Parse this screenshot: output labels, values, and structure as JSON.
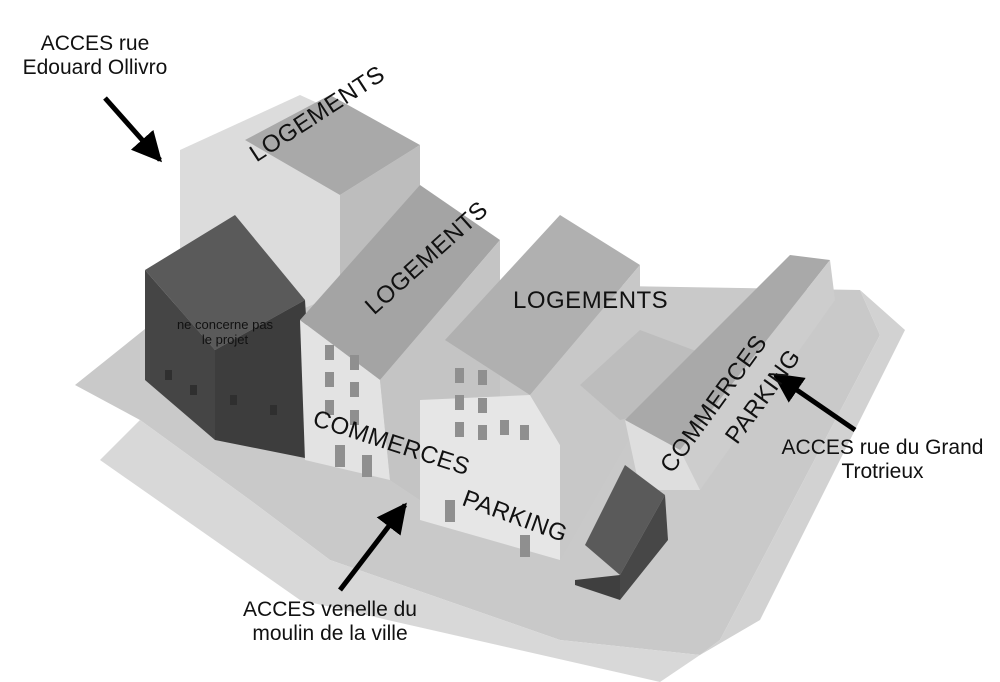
{
  "colors": {
    "ground": "#c9c9c9",
    "roof_light": "#cfcfcf",
    "roof_mid": "#a9a9a9",
    "wall_light": "#e2e2e2",
    "wall_mid": "#bdbdbd",
    "dark_building": "#4e4e4e",
    "dark_building_side": "#3d3d3d",
    "window": "#8f8f8f",
    "text": "#111111",
    "arrow": "#000000"
  },
  "access_labels": {
    "edouard": {
      "line1": "ACCES rue",
      "line2": "Edouard Ollivro"
    },
    "grand_trotrieux": {
      "line1": "ACCES rue du Grand",
      "line2": "Trotrieux"
    },
    "venelle": {
      "line1": "ACCES venelle du",
      "line2": "moulin de la ville"
    }
  },
  "zone_labels": {
    "logements_back": "LOGEMENTS",
    "logements_middle": "LOGEMENTS",
    "logements_right": "LOGEMENTS",
    "commerces_front": "COMMERCES",
    "parking_front": "PARKING",
    "commerces_right": "COMMERCES",
    "parking_right": "PARKING"
  },
  "excluded_building": {
    "line1": "ne concerne pas",
    "line2": "le projet"
  }
}
